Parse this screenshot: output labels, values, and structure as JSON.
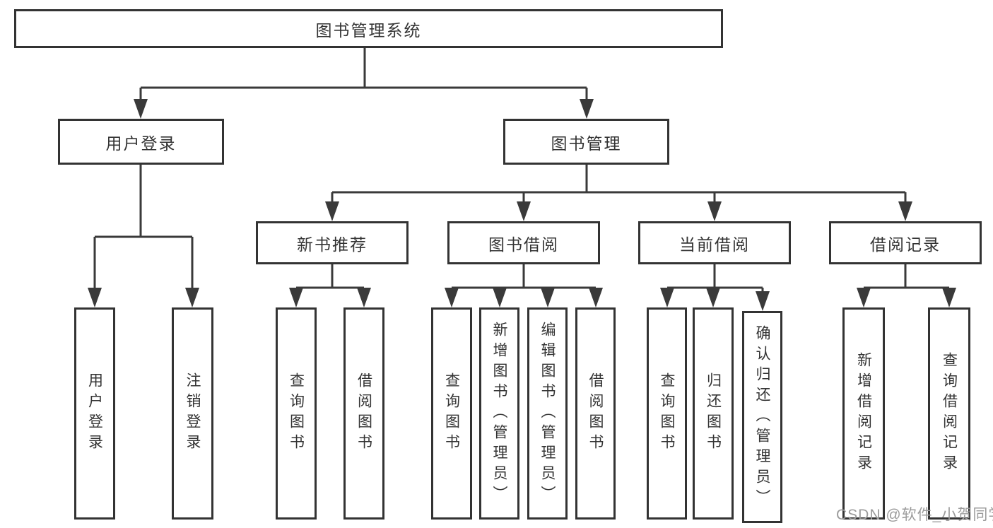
{
  "root": {
    "label": "图书管理系统"
  },
  "branches": {
    "user_login": {
      "label": "用户登录",
      "children": [
        {
          "label": "用户登录"
        },
        {
          "label": "注销登录"
        }
      ]
    },
    "book_management": {
      "label": "图书管理",
      "sections": [
        {
          "label": "新书推荐",
          "children": [
            {
              "label": "查询图书"
            },
            {
              "label": "借阅图书"
            }
          ]
        },
        {
          "label": "图书借阅",
          "children": [
            {
              "label": "查询图书"
            },
            {
              "label": "新增图书（管理员）"
            },
            {
              "label": "编辑图书（管理员）"
            },
            {
              "label": "借阅图书"
            }
          ]
        },
        {
          "label": "当前借阅",
          "children": [
            {
              "label": "查询图书"
            },
            {
              "label": "归还图书"
            },
            {
              "label": "确认归还（管理员）"
            }
          ]
        },
        {
          "label": "借阅记录",
          "children": [
            {
              "label": "新增借阅记录"
            },
            {
              "label": "查询借阅记录"
            }
          ]
        }
      ]
    }
  },
  "watermark": {
    "text": "CSDN @软件_小贺同学"
  },
  "colors": {
    "line": "#3a3a3a",
    "border": "#333333",
    "text": "#333333",
    "watermark": "#9b9b9b",
    "background": "#ffffff"
  }
}
